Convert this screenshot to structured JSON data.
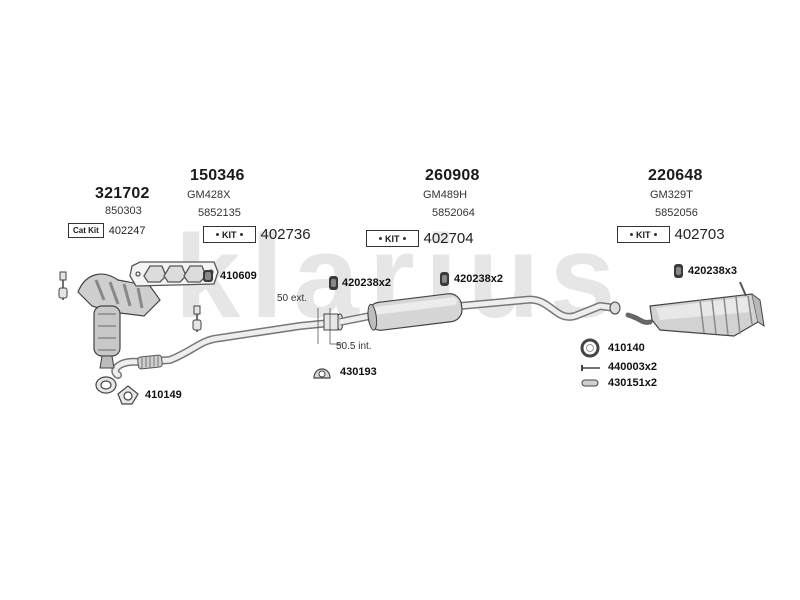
{
  "watermark": {
    "text": "klarius"
  },
  "groups": [
    {
      "main": "321702",
      "sub": "850303",
      "kit_badge": "Cat Kit",
      "kit_code": "402247"
    },
    {
      "main": "150346",
      "sub": "GM428X",
      "ref": "5852135",
      "kit_badge": "KIT",
      "kit_code": "402736"
    },
    {
      "main": "260908",
      "sub": "GM489H",
      "ref": "5852064",
      "kit_badge": "KIT",
      "kit_code": "402704"
    },
    {
      "main": "220648",
      "sub": "GM329T",
      "ref": "5852056",
      "kit_badge": "KIT",
      "kit_code": "402703"
    }
  ],
  "parts": {
    "gasket_manifold": "410609",
    "gasket_cat": "410149",
    "clamp_1": "420238x2",
    "clamp_2": "420238x2",
    "clamp_3": "420238x3",
    "mount": "430193",
    "ring": "410140",
    "bolt": "440003x2",
    "hanger": "430151x2"
  },
  "notes": {
    "ext": "50 ext.",
    "int": "50.5 int."
  },
  "icons": [
    "catalytic-converter",
    "manifold-gasket",
    "lambda-sensor",
    "flange-gasket",
    "rubber-hanger",
    "clamp",
    "ring-gasket",
    "bolt",
    "exhaust-pipe",
    "middle-silencer",
    "rear-silencer"
  ]
}
